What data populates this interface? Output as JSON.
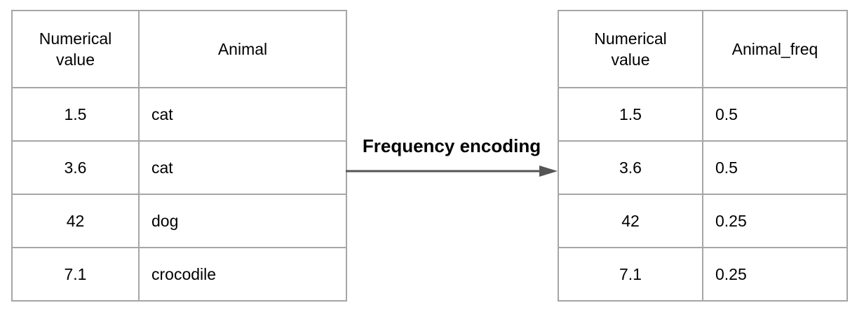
{
  "colors": {
    "border": "#a6a6a6",
    "arrow": "#555555",
    "text": "#000000"
  },
  "connector": {
    "label": "Frequency encoding"
  },
  "left_table": {
    "headers": [
      "Numerical\nvalue",
      "Animal"
    ],
    "rows": [
      [
        "1.5",
        "cat"
      ],
      [
        "3.6",
        "cat"
      ],
      [
        "42",
        "dog"
      ],
      [
        "7.1",
        "crocodile"
      ]
    ]
  },
  "right_table": {
    "headers": [
      "Numerical\nvalue",
      "Animal_freq"
    ],
    "rows": [
      [
        "1.5",
        "0.5"
      ],
      [
        "3.6",
        "0.5"
      ],
      [
        "42",
        "0.25"
      ],
      [
        "7.1",
        "0.25"
      ]
    ]
  }
}
